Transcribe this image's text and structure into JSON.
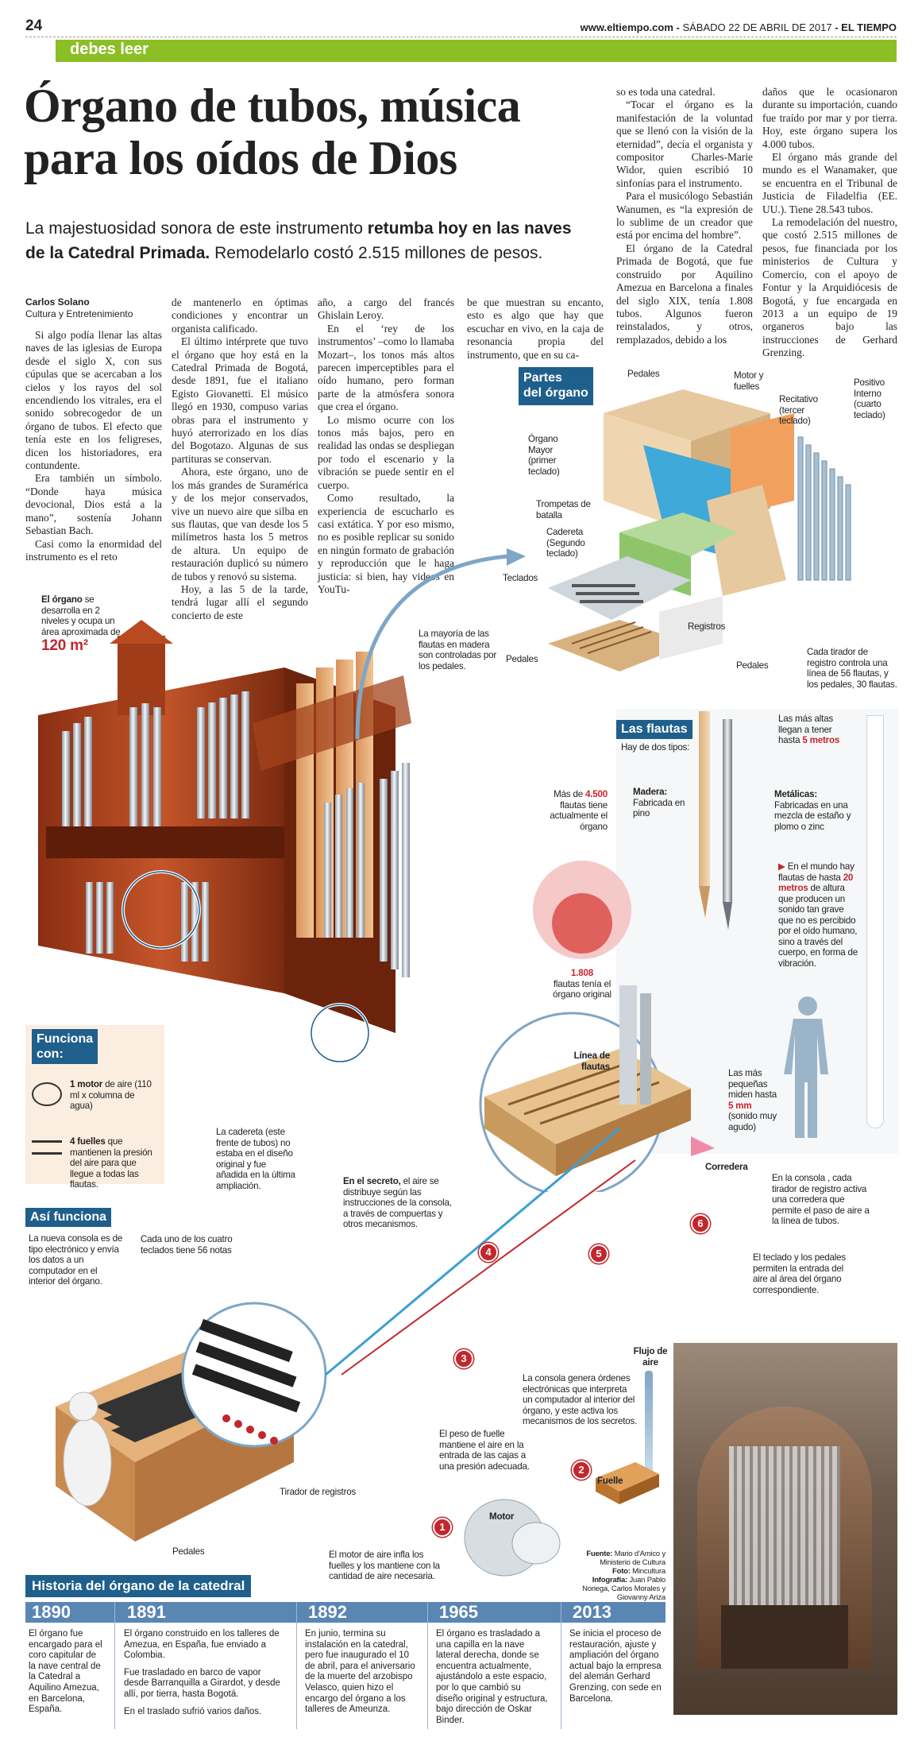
{
  "header": {
    "page_number": "24",
    "site": "www.eltiempo.com",
    "date": "SÁBADO 22 DE ABRIL DE 2017",
    "paper": "EL TIEMPO",
    "section": "debes leer"
  },
  "headline": {
    "line1": "Órgano de tubos, música",
    "line2": "para los oídos de Dios"
  },
  "deck": {
    "a": "La majestuosidad sonora de este instrumento ",
    "b": "retumba hoy en las naves",
    "c": "de la Catedral Primada.",
    "d": " Remodelarlo costó 2.515 millones de pesos."
  },
  "byline": {
    "author": "Carlos Solano",
    "section": "Cultura y Entretenimiento"
  },
  "body": {
    "c1": [
      "Si algo podía llenar las altas naves de las iglesias de Europa desde el siglo X, con sus cúpulas que se acercaban a los cielos y los rayos del sol encendiendo los vitrales, era el sonido sobrecogedor de un órgano de tubos. El efecto que tenía este en los feligreses, dicen los historiadores, era contundente.",
      "Era también un símbolo. “Donde haya música devocional, Dios está a la mano”, sostenía Johann Sebastian Bach.",
      "Casi como la enormidad del instrumento es el reto"
    ],
    "c2": [
      "de mantenerlo en óptimas condiciones y encontrar un organista calificado.",
      "El último intérprete que tuvo el órgano que hoy está en la Catedral Primada de Bogotá, desde 1891, fue el italiano Egisto Giovanetti. El músico llegó en 1930, compuso varias obras para el instrumento y huyó aterrorizado en los días del Bogotazo. Algunas de sus partituras se conservan.",
      "Ahora, este órgano, uno de los más grandes de Suramérica y de los mejor conservados, vive un nuevo aire que silba en sus flautas, que van desde los 5 milímetros hasta los 5 metros de altura. Un equipo de restauración duplicó su número de tubos y renovó su sistema.",
      "Hoy, a las 5 de la tarde, tendrá lugar allí el segundo concierto de este"
    ],
    "c3": [
      "año, a cargo del francés Ghislain Leroy.",
      "En el ‘rey de los instrumentos’ –como lo llamaba Mozart–, los tonos más altos parecen imperceptibles para el oído humano, pero forman parte de la atmósfera sonora que crea el órgano.",
      "Lo mismo ocurre con los tonos más bajos, pero en realidad las ondas se despliegan por todo el escenario y la vibración se puede sentir en el cuerpo.",
      "Como resultado, la experiencia de escucharlo es casi extática. Y por eso mismo, no es posible replicar su sonido en ningún formato de grabación y reproducción que le haga justicia: si bien, hay videos en YouTu-"
    ],
    "c4": [
      "be que muestran su encanto, esto es algo que hay que escuchar en vivo, en la caja de resonancia propia del instrumento, que en su ca-"
    ],
    "c5": [
      "so es toda una catedral.",
      "“Tocar el órgano es la manifestación de la voluntad que se llenó con la visión de la eternidad”, decía el organista y compositor Charles-Marie Widor, quien escribió 10 sinfonías para el instrumento.",
      "Para el musicólogo Sebastián Wanumen, es “la expresión de lo sublime de un creador que está por encima del hombre”.",
      "El órgano de la Catedral Primada de Bogotá, que fue construido por Aquilino Amezua en Barcelona a finales del siglo XIX, tenía 1.808 tubos. Algunos fueron reinstalados, y otros, remplazados, debido a los"
    ],
    "c6": [
      "daños que le ocasionaron durante su importación, cuando fue traído por mar y por tierra. Hoy, este órgano supera los 4.000 tubos.",
      "El órgano más grande del mundo es el Wanamaker, que se encuentra en el Tribunal de Justicia de Filadelfia (EE. UU.). Tiene 28.543 tubos.",
      "La remodelación del nuestro, que costó 2.515 millones de pesos, fue financiada por los ministerios de Cultura y Comercio, con el apoyo de Fontur y la Arquidiócesis de Bogotá, y fue encargada en 2013 a un equipo de 19 organeros bajo las instrucciones de Gerhard Grenzing."
    ]
  },
  "area_note": {
    "a": "El órgano",
    "b": " se desarrolla en 2 niveles y ocupa un área aproximada de",
    "value": "120 m²"
  },
  "partes": {
    "title1": "Partes",
    "title2": "del órgano",
    "pedales_top": "Pedales",
    "motor": "Motor y fuelles",
    "positivo": "Positivo Interno (cuarto teclado)",
    "recitativo": "Recitativo (tercer teclado)",
    "organo_mayor": "Órgano Mayor (primer teclado)",
    "trompetas": "Trompetas de batalla",
    "cadereta": "Cadereta (Segundo teclado)",
    "teclados": "Teclados",
    "registros": "Registros",
    "pedales_bottom": "Pedales",
    "pedales_right": "Pedales",
    "tirador": "Cada tirador de registro controla una línea de 56 flautas, y los pedales, 30 flautas."
  },
  "pedal_note": "La mayoría de las flautas en madera son controladas por los pedales.",
  "flautas": {
    "title": "Las flautas",
    "sub": "Hay de dos tipos:",
    "madera_t": "Madera:",
    "madera_d": "Fabricada en pino",
    "metal_t": "Metálicas:",
    "metal_d": "Fabricadas en una mezcla de estaño y plomo o zinc",
    "altas_a": "Las más altas llegan a tener hasta ",
    "altas_b": "5 metros",
    "mundo_a": "En el mundo hay flautas de hasta ",
    "mundo_b": "20 metros",
    "mundo_c": " de altura que producen un sonido tan grave que no es percibido por el oído humano, sino a través del cuerpo, en forma de vibración.",
    "peq_a": "Las más pequeñas miden hasta ",
    "peq_b": "5 mm",
    "peq_c": " (sonido muy agudo)",
    "count_a": "Más de ",
    "count_b": "4.500",
    "count_c": " flautas tiene actualmente el órgano",
    "orig_a": "1.808",
    "orig_b": "flautas tenía el órgano original"
  },
  "funciona": {
    "title1": "Funciona",
    "title2": "con:",
    "motor_b": "1 motor",
    "motor_t": " de aire (110 ml x columna de agua)",
    "fuelles_b": "4 fuelles",
    "fuelles_t": " que mantienen la presión del aire para que llegue a todas las flautas."
  },
  "cadereta_note": "La cadereta (este frente de tubos) no estaba en el diseño original y fue añadida en la última ampliación.",
  "linea": "Línea de flautas",
  "corredera": "Corredera",
  "asi": {
    "title": "Así funciona",
    "consola": "La nueva consola es de tipo electrónico y envía los datos a un computador en el interior del órgano.",
    "cuatro": "Cada uno de los cuatro teclados tiene 56 notas",
    "tirador": "Tirador de registros",
    "pedales": "Pedales",
    "secreto_b": "En el secreto,",
    "secreto_t": " el aire se distribuye según las instrucciones de la consola, a través de compuertas y otros mecanismos.",
    "consola_ord": "La consola genera órdenes electrónicas que interpreta un computador al interior del órgano, y este activa los mecanismos de los secretos.",
    "fuelle_note": "El peso de fuelle mantiene el aire en la entrada de las cajas a una presión adecuada.",
    "fuelle": "Fuelle",
    "motor": "Motor",
    "motor_note": "El motor de aire infla los fuelles y los mantiene con la cantidad de aire necesaria.",
    "flujo": "Flujo de aire",
    "corredera_note": "En la consola , cada tirador de registro activa una corredera que permite el paso de aire a la línea de tubos.",
    "teclado_note": "El teclado y los pedales permiten la entrada del aire al área del órgano correspondiente.",
    "n1": "1",
    "n2": "2",
    "n3": "3",
    "n4": "4",
    "n5": "5",
    "n6": "6"
  },
  "credits": {
    "fuente_l": "Fuente:",
    "fuente": " Mario d'Amico y Ministerio de Cultura",
    "foto_l": "Foto:",
    "foto": " Mincultura",
    "info_l": "Infografía:",
    "info": " Juan Pablo Noriega, Carlos Morales y Giovanny Ariza"
  },
  "historia": {
    "title": "Historia del órgano de la catedral",
    "items": [
      {
        "year": "1890",
        "t1": "El órgano fue encargado para el coro capitular de la nave central de la Catedral a Aquilino Amezua, en Barcelona, España.",
        "t2": "",
        "t3": ""
      },
      {
        "year": "1891",
        "t1": "El órgano construido en los talleres de Amezua, en España, fue enviado a Colombia.",
        "t2": "Fue trasladado en barco de vapor desde Barranquilla a Girardot, y desde allí, por tierra, hasta Bogotá.",
        "t3": "En el traslado sufrió varios daños."
      },
      {
        "year": "1892",
        "t1": "En junio, termina su instalación en la catedral, pero fue inaugurado el 10 de abril, para el aniversario de la muerte del arzobispo Velasco, quien hizo el encargo del órgano a los talleres de Ameunza.",
        "t2": "",
        "t3": ""
      },
      {
        "year": "1965",
        "t1": "El órgano es trasladado a una capilla en la nave lateral derecha, donde se encuentra actualmente, ajustándolo a este espacio, por lo que cambió su diseño original y estructura, bajo dirección de Oskar Binder.",
        "t2": "",
        "t3": ""
      },
      {
        "year": "2013",
        "t1": "Se inicia el proceso de restauración, ajuste y ampliación del órgano actual bajo la empresa del alemán Gerhard Grenzing, con sede en Barcelona.",
        "t2": "",
        "t3": ""
      }
    ]
  },
  "colors": {
    "green": "#8cbf26",
    "navy": "#1f5f8b",
    "red": "#c2272d",
    "wood": "#b5521f"
  }
}
